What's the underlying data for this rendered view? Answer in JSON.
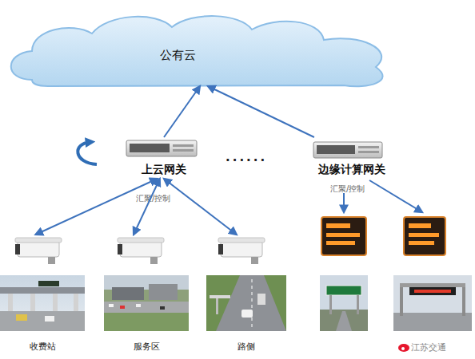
{
  "diagram": {
    "nodes": [
      {
        "text": [
          "公有云"
        ]
      },
      {
        "text": [
          "上云网关"
        ]
      },
      {
        "text": [
          "边缘计算网关"
        ]
      },
      {
        "text": [
          "收费站"
        ]
      },
      {
        "text": [
          "服务区"
        ]
      },
      {
        "text": [
          "路侧"
        ]
      }
    ],
    "edges": [
      {
        "from": 1,
        "to": 0,
        "arrow": "to"
      },
      {
        "from": 2,
        "to": 0,
        "arrow": "to"
      },
      {
        "from": 1,
        "to": 3,
        "arrow": "both"
      },
      {
        "from": 1,
        "to": 4,
        "arrow": "both"
      },
      {
        "from": 1,
        "to": 5,
        "arrow": "both"
      }
    ],
    "labels": [
      "汇聚/控制",
      "汇聚/控制",
      "......",
      "江苏交通"
    ]
  }
}
